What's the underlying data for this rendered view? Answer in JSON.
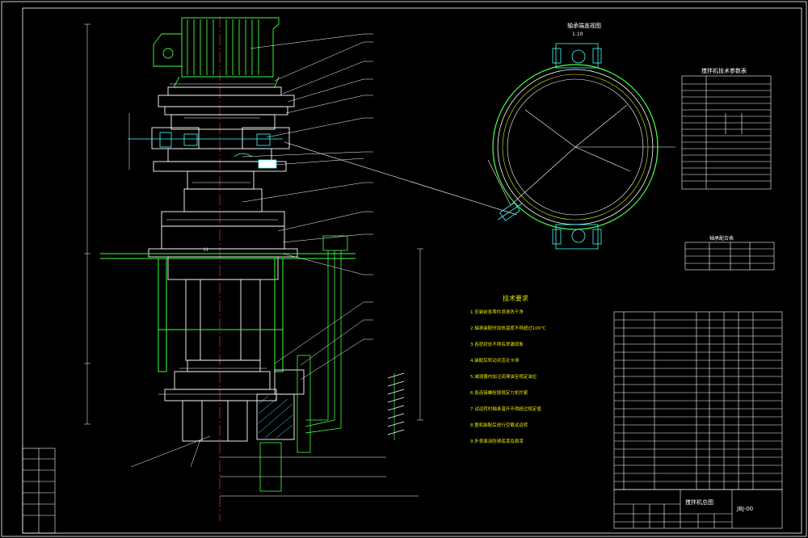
{
  "drawing": {
    "section_label": "I-I",
    "detail_title": "轴承端盖视图",
    "detail_scale": "1:10",
    "notes_title": "技术要求",
    "notes": [
      "1.安装前各零件须清洗干净",
      "2.轴承装配时加热温度不得超过100℃",
      "3.各密封处不得有渗漏现象",
      "4.装配后转动灵活无卡滞",
      "5.减速器内加注润滑油至规定油位",
      "6.各连接螺栓按规定力矩拧紧",
      "7.试运转时轴承温升不得超过规定值",
      "8.整机装配后进行空载试运转",
      "9.外表面涂防锈底漆及面漆"
    ],
    "param_title": "搅拌机技术参数表",
    "small_table_title": "轴承配合表",
    "title_block_name": "搅拌机总图",
    "title_block_code": "JBJ-00"
  }
}
